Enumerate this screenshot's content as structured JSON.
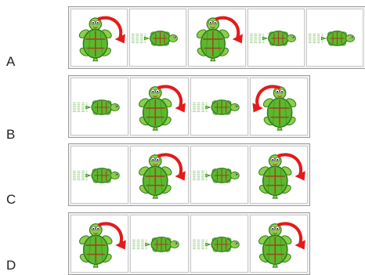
{
  "colors": {
    "turtle_shell": "#5cb82e",
    "turtle_shell_dark": "#2e7d1a",
    "turtle_skin": "#8bcf4a",
    "arrow": "#e31b1b",
    "shell_pattern": "#9a4a1c",
    "speed_lines": "#9fd08a"
  },
  "options": [
    {
      "letter": "A",
      "cards": [
        "turn-right",
        "move-forward",
        "turn-right",
        "move-forward",
        "move-forward"
      ]
    },
    {
      "letter": "B",
      "cards": [
        "move-forward",
        "turn-right",
        "move-forward",
        "turn-left"
      ]
    },
    {
      "letter": "C",
      "cards": [
        "move-forward",
        "turn-right",
        "move-forward",
        "turn-right"
      ]
    },
    {
      "letter": "D",
      "cards": [
        "turn-right",
        "move-forward",
        "move-forward",
        "turn-right"
      ]
    }
  ]
}
